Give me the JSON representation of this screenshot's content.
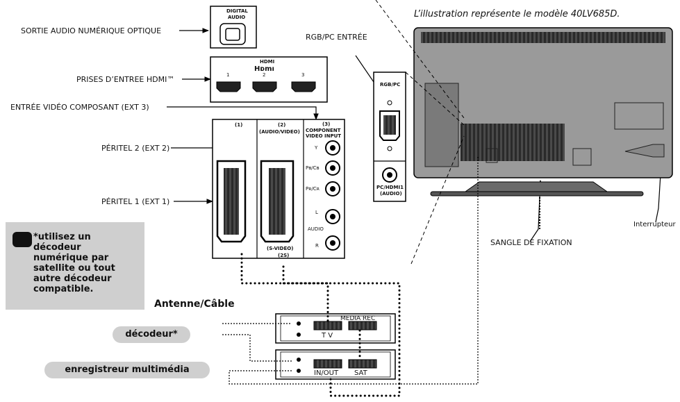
{
  "caption": "L’illustration représente le modèle 40LV685D.",
  "labels": {
    "optical": "SORTIE AUDIO NUMÉRIQUE OPTIQUE",
    "hdmi": "PRISES D’ENTREE HDMI™",
    "component": "ENTRÉE VIDÉO COMPOSANT (EXT 3)",
    "scart2": "PÉRITEL 2 (EXT 2)",
    "scart1": "PÉRITEL 1 (EXT 1)",
    "rgbpc": "RGB/PC ENTRÉE",
    "strap": "SANGLE DE FIXATION",
    "switch": "Interrupteur",
    "antenna": "Antenne/Câble",
    "decoder": "décodeur*",
    "recorder": "enregistreur multimédia"
  },
  "note": "*utilisez un décodeur numérique par satellite ou tout autre décodeur compatible.",
  "panel": {
    "digital_audio_1": "DIGITAL",
    "digital_audio_2": "AUDIO",
    "hdmi_header": "HDMI",
    "hdmi_logo": "Hᴅmı",
    "hdmi_ports": [
      "1",
      "2",
      "3"
    ],
    "scart1_tag": "(1)",
    "scart2_tag": "(2)",
    "scart2_sub": "(AUDIO/VIDEO)",
    "component_tag": "(3)",
    "component_1": "COMPONENT",
    "component_2": "VIDEO INPUT",
    "jack_labels": [
      "Y",
      "Pʙ/Cʙ",
      "Pʀ/Cʀ",
      "L",
      "R"
    ],
    "audio": "AUDIO",
    "svideo": "(S-VIDEO)",
    "svideo_tag": "(2S)",
    "rgbpc_tag": "RGB/PC",
    "pc_hdmi_1": "PC/HDMI1",
    "pc_hdmi_2": "(AUDIO)"
  },
  "devices": {
    "media_rec": "MEDIA REC",
    "tv": "T V",
    "in_out": "IN/OUT",
    "sat": "SAT"
  }
}
